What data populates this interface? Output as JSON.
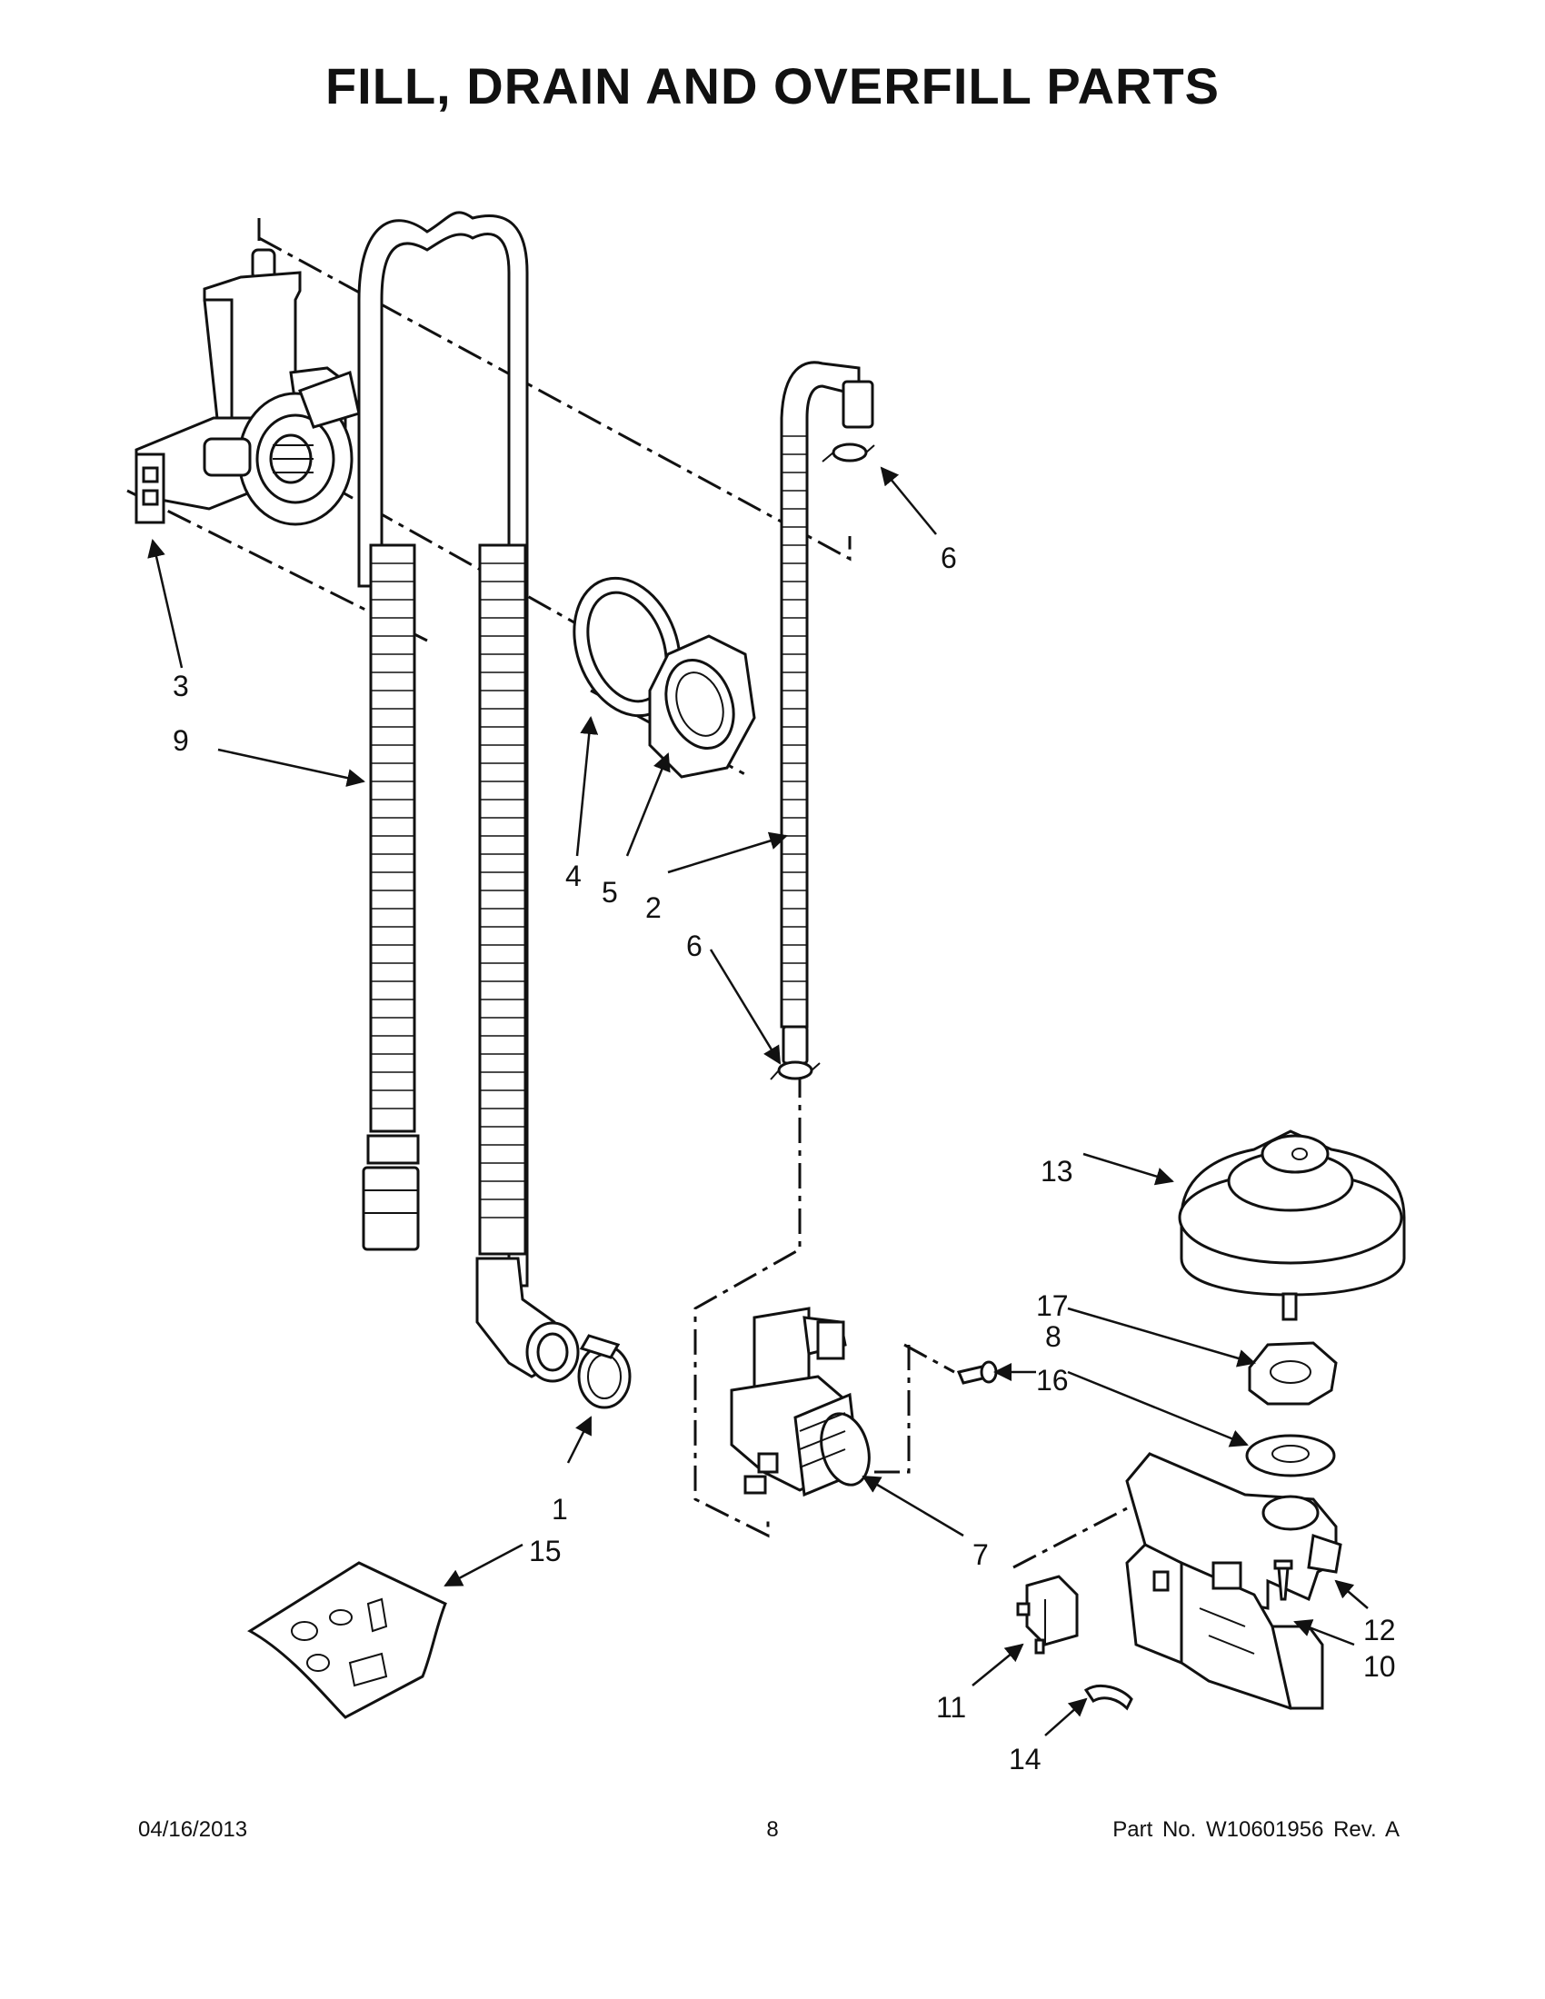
{
  "title": "FILL, DRAIN AND OVERFILL PARTS",
  "callouts": [
    "1",
    "2",
    "3",
    "4",
    "5",
    "6",
    "6",
    "7",
    "8",
    "9",
    "10",
    "11",
    "12",
    "13",
    "14",
    "15",
    "16",
    "17"
  ],
  "footer": {
    "date": "04/16/2013",
    "page": "8",
    "part_no": "Part No.  W10601956  Rev.  A"
  }
}
